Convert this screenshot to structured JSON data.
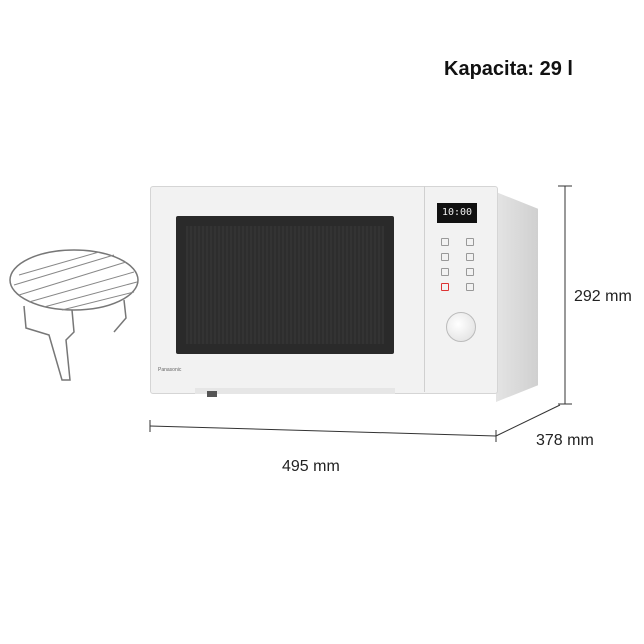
{
  "capacity_label": "Kapacita: 29 l",
  "dimensions": {
    "height": "292 mm",
    "width": "495 mm",
    "depth": "378 mm"
  },
  "product": {
    "brand": "Panasonic",
    "display_time": "10:00"
  }
}
